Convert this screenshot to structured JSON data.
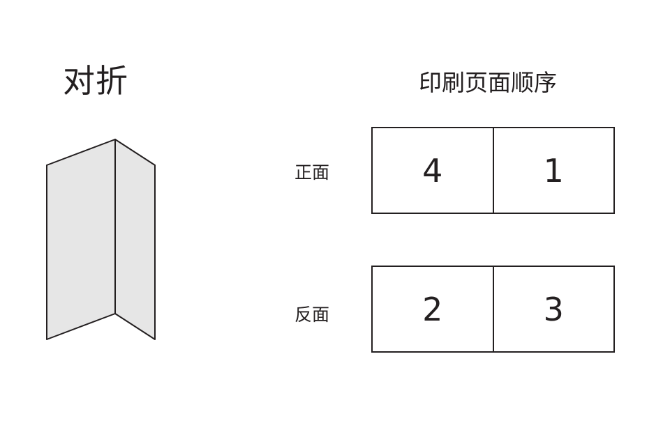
{
  "left": {
    "title": "对折"
  },
  "right": {
    "title": "印刷页面顺序",
    "front": {
      "label": "正面",
      "pages": [
        "4",
        "1"
      ]
    },
    "back": {
      "label": "反面",
      "pages": [
        "2",
        "3"
      ]
    }
  },
  "colors": {
    "line": "#231f20",
    "panel_fill": "#e6e6e6",
    "background": "#ffffff"
  }
}
